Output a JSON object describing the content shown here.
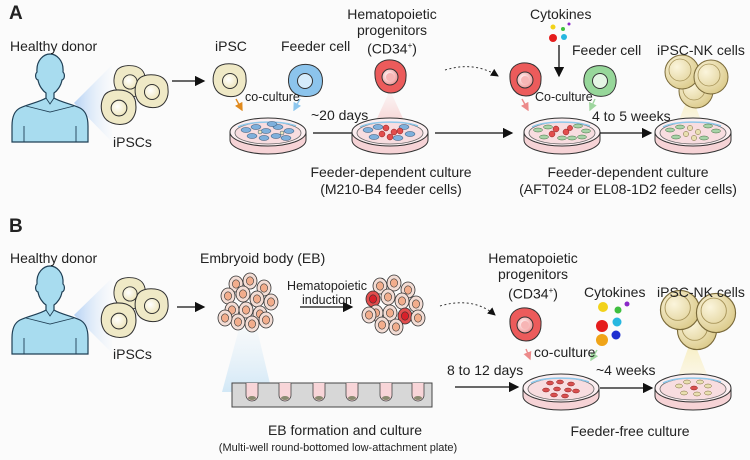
{
  "panels": {
    "a": {
      "letter": "A",
      "donor_label": "Healthy donor",
      "ipscs_label": "iPSCs",
      "ipsc_label": "iPSC",
      "feeder1_label": "Feeder cell",
      "coculture1_label": "co-culture",
      "days_label": "~20 days",
      "hp_line1": "Hematopoietic",
      "hp_line2": "progenitors",
      "hp_line3": "(CD34",
      "hp_sup": "+",
      "hp_close": ")",
      "cytokines_label": "Cytokines",
      "feeder2_label": "Feeder cell",
      "coculture2_label": "Co-culture",
      "weeks_label": "4 to 5 weeks",
      "nk_label": "iPSC-NK cells",
      "culture1_line1": "Feeder-dependent culture",
      "culture1_line2": "(M210-B4 feeder cells)",
      "culture2_line1": "Feeder-dependent culture",
      "culture2_line2": "(AFT024 or EL08-1D2 feeder cells)"
    },
    "b": {
      "letter": "B",
      "donor_label": "Healthy donor",
      "ipscs_label": "iPSCs",
      "eb_label": "Embryoid body (EB)",
      "induction_line1": "Hematopoietic",
      "induction_line2": "induction",
      "hp_line1": "Hematopoietic",
      "hp_line2": "progenitors",
      "hp_line3": "(CD34",
      "hp_sup": "+",
      "hp_close": ")",
      "cytokines_label": "Cytokines",
      "nk_label": "iPSC-NK cells",
      "coculture_label": "co-culture",
      "days_label": "8 to 12 days",
      "weeks_label": "~4 weeks",
      "eb_culture_line1": "EB formation and culture",
      "eb_culture_line2": "(Multi-well round-bottomed low-attachment plate)",
      "feeder_free_label": "Feeder-free culture"
    }
  },
  "icons": {
    "donor": "person-silhouette-icon",
    "ipsc": "stem-cell-icon",
    "feeder_cell": "feeder-cell-icon",
    "hp_cell": "progenitor-cell-icon",
    "nk_cell": "nk-cell-icon",
    "dish": "petri-dish-icon",
    "cytokines": "cytokine-dots-icon",
    "embryoid_body": "embryoid-body-icon",
    "well_plate": "well-plate-icon"
  },
  "colors": {
    "donor_fill": "#a8dcef",
    "ipsc_fill": "#efe9c6",
    "feeder1_fill": "#8cc4ec",
    "hp_fill": "#ec5b5b",
    "feeder2_fill": "#97d79a",
    "nk_fill": "#e4d7a4",
    "dish_media": "#f6d3d6",
    "arrow_orange": "#e08a1e",
    "arrow_blue": "#8cc6ee",
    "arrow_pink": "#ec8a8a",
    "arrow_green": "#9fd69f",
    "cytokine_colors": [
      "#f2d21a",
      "#3fbf3f",
      "#8a28c8",
      "#e51d1d",
      "#27b7e0",
      "#1f2fd0",
      "#f0a418"
    ]
  }
}
